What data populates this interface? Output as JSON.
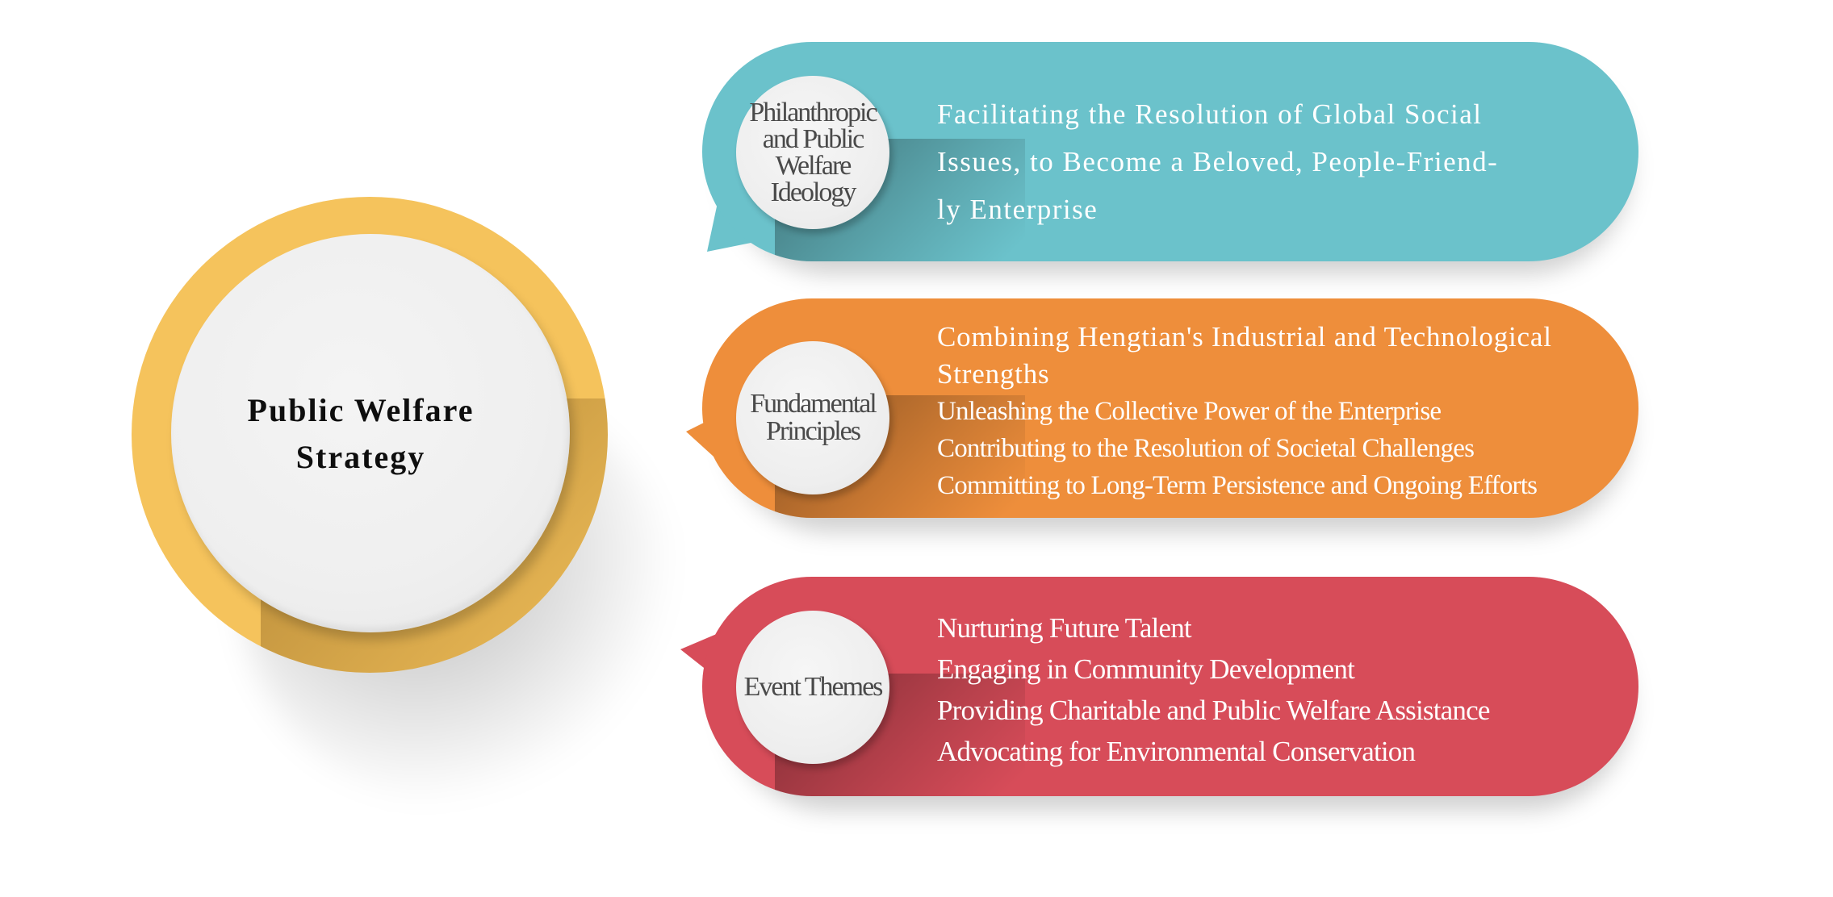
{
  "center": {
    "title_line1": "Public Welfare",
    "title_line2": "Strategy"
  },
  "colors": {
    "ring": "#f5c35c",
    "ideology": "#6bc2cb",
    "principles": "#ee8e3b",
    "themes": "#d74c59"
  },
  "sections": [
    {
      "label_lines": [
        "Philanthropic",
        "and Public",
        "Welfare",
        "Ideology"
      ],
      "text_lines": [
        "Facilitating the Resolution of Global Social",
        "Issues, to Become a Beloved, People-Friend-",
        "ly Enterprise"
      ]
    },
    {
      "label_lines": [
        "Fundamental",
        "Principles"
      ],
      "text_lines": [
        "Combining Hengtian's Industrial and Technological",
        "Strengths",
        "Unleashing the Collective Power of the Enterprise",
        "Contributing to the Resolution of Societal Challenges",
        "Committing to Long-Term Persistence and Ongoing Efforts"
      ]
    },
    {
      "label_lines": [
        "Event Themes"
      ],
      "text_lines": [
        "Nurturing Future Talent",
        "Engaging in Community Development",
        "Providing Charitable and Public Welfare Assistance",
        "Advocating for Environmental Conservation"
      ]
    }
  ]
}
